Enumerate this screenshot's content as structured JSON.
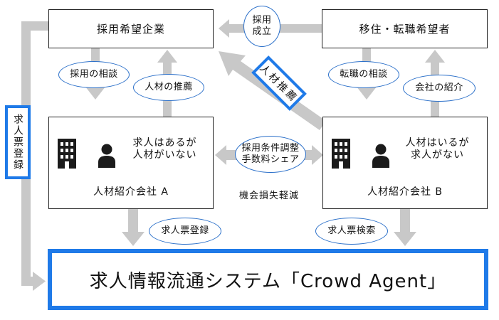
{
  "nodes": {
    "hiring_companies": "採用希望企業",
    "job_seekers": "移住・転職希望者",
    "agency_a": {
      "name": "人材紹介会社 A",
      "message_line1": "求人はあるが",
      "message_line2": "人材がいない"
    },
    "agency_b": {
      "name": "人材紹介会社 B",
      "message_line1": "人材はいるが",
      "message_line2": "求人がない"
    },
    "system": "求人情報流通システム「Crowd Agent」"
  },
  "labels": {
    "hiring_established_line1": "採用",
    "hiring_established_line2": "成立",
    "hiring_consultation": "採用の相談",
    "talent_recommendation": "人材の推薦",
    "career_consultation": "転職の相談",
    "company_introduction": "会社の紹介",
    "conditions_line1": "採用条件調整",
    "conditions_line2": "手数料シェア",
    "opportunity_loss_reduction": "機会損失軽減",
    "job_posting_registration_a": "求人票登録",
    "job_posting_search_b": "求人票検索",
    "job_posting_registration_left": "求人票登録",
    "talent_recommendation_diagonal": "人材推薦"
  },
  "icons": [
    "building-icon",
    "person-icon"
  ],
  "colors": {
    "accent_blue": "#1f7ae8",
    "ellipse_border": "#2a6fc9",
    "arrow_gray": "#c8c8c8",
    "icon_dark": "#1b1b1b"
  }
}
